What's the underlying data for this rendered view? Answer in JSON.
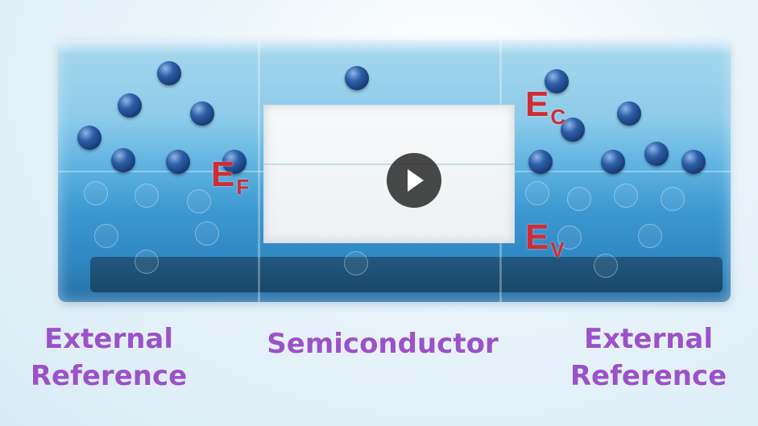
{
  "energy_levels": {
    "fermi": {
      "main": "E",
      "sub": "F"
    },
    "conduction": {
      "main": "E",
      "sub": "C"
    },
    "valence": {
      "main": "E",
      "sub": "V"
    }
  },
  "captions": {
    "left": {
      "line1": "External",
      "line2": "Reference"
    },
    "center": {
      "line1": "Semiconductor"
    },
    "right": {
      "line1": "External",
      "line2": "Reference"
    }
  },
  "colors": {
    "label_red": "#d12c35",
    "caption_purple": "#9b52c9",
    "water_blue": "#3d98d1",
    "electron_blue": "#1c4a8c"
  },
  "controls": {
    "play_icon": "play-icon"
  }
}
